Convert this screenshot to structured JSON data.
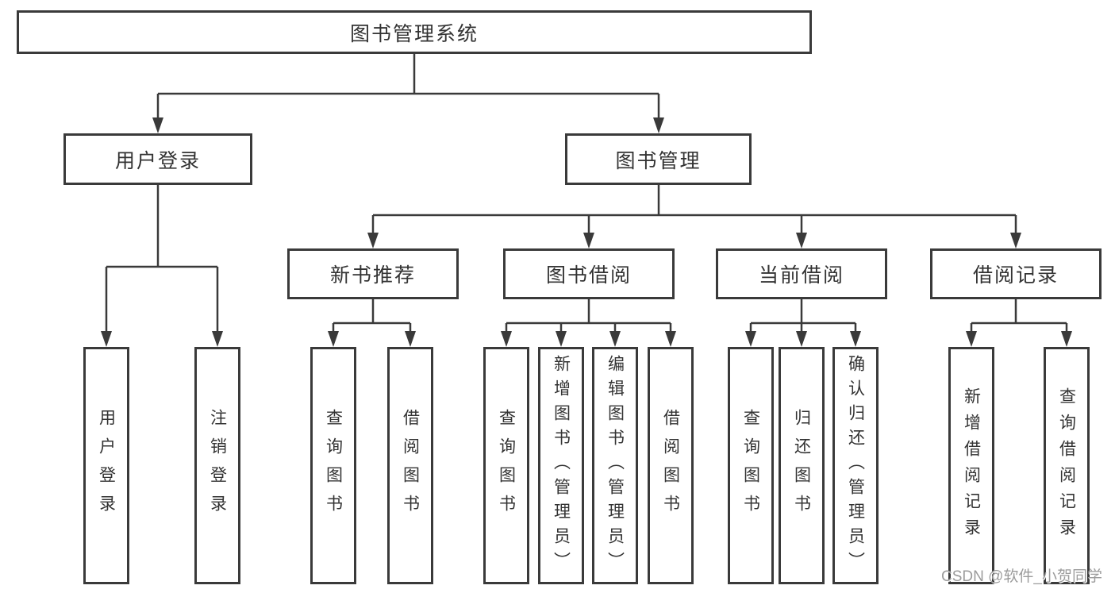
{
  "tree": {
    "root": "图书管理系统",
    "branches": [
      {
        "label": "用户登录",
        "children": [
          "用户登录",
          "注销登录"
        ]
      },
      {
        "label": "图书管理",
        "children": [
          {
            "label": "新书推荐",
            "children": [
              "查询图书",
              "借阅图书"
            ]
          },
          {
            "label": "图书借阅",
            "children": [
              "查询图书",
              "新增图书（管理员）",
              "编辑图书（管理员）",
              "借阅图书"
            ]
          },
          {
            "label": "当前借阅",
            "children": [
              "查询图书",
              "归还图书",
              "确认归还（管理员）"
            ]
          },
          {
            "label": "借阅记录",
            "children": [
              "新增借阅记录",
              "查询借阅记录"
            ]
          }
        ]
      }
    ]
  },
  "watermark": "CSDN @软件_小贺同学",
  "colors": {
    "line": "#3a3a3a",
    "text": "#333333",
    "watermark": "#9b9b9b",
    "background": "#ffffff"
  }
}
